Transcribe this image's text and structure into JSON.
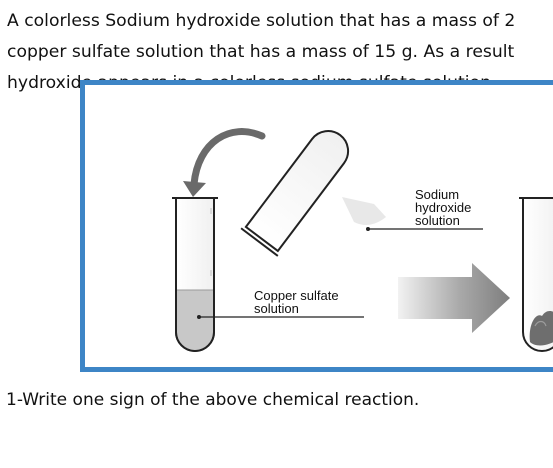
{
  "intro": {
    "lines": [
      "A colorless Sodium hydroxide solution that has a mass of 2",
      "copper sulfate solution that has a mass of 15 g. As a result",
      "hydroxide appears in a colorless sodium sulfate solution."
    ]
  },
  "figure": {
    "labels": {
      "naoh_line1": "Sodium",
      "naoh_line2": "hydroxide",
      "naoh_line3": "solution",
      "cuso4_line1": "Copper sulfate",
      "cuso4_line2": "solution"
    },
    "colors": {
      "frame_border": "#3d85c6",
      "solution_fill": "#c8c8c8",
      "arrow_fill": "#8a8a8a",
      "curved_arrow": "#6a6a6a",
      "precipitate": "#6e6e6e"
    }
  },
  "question": {
    "text": "1-Write one sign of the above chemical reaction."
  }
}
